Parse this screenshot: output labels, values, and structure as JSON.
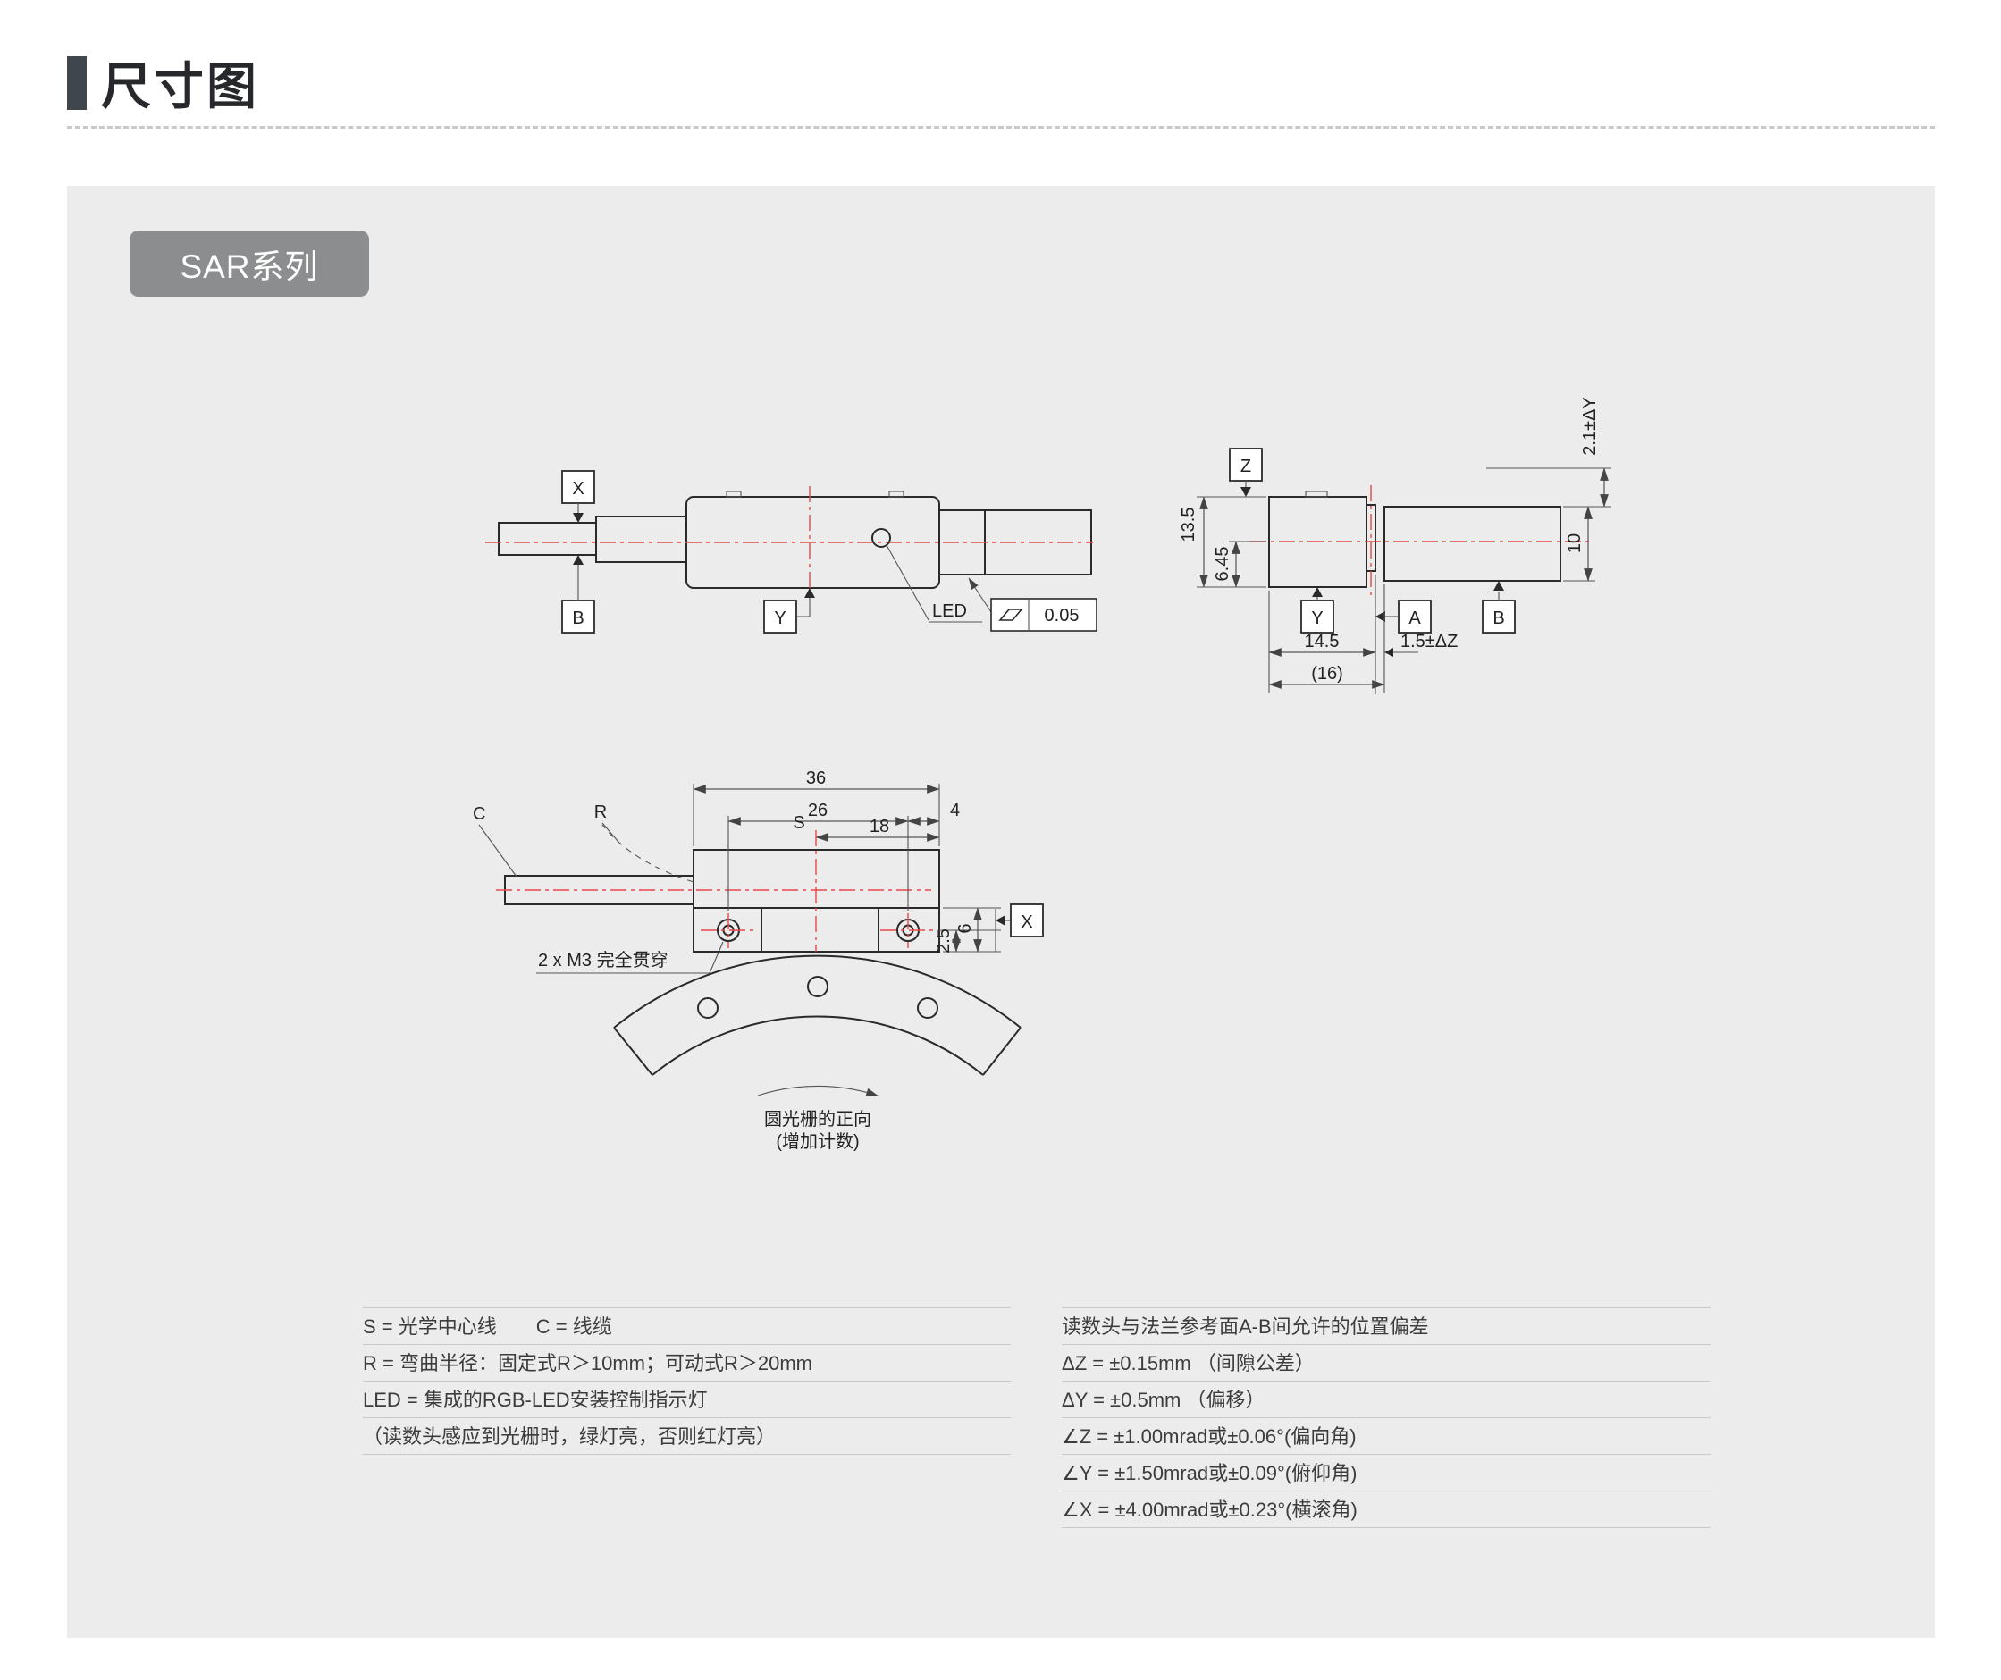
{
  "header": {
    "title": "尺寸图"
  },
  "panel": {
    "series_badge": "SAR系列"
  },
  "side_view": {
    "datum_x": "X",
    "datum_b": "B",
    "datum_y": "Y",
    "led_label": "LED",
    "flatness_value": "0.05"
  },
  "end_view": {
    "datum_z": "Z",
    "datum_y": "Y",
    "datum_a": "A",
    "datum_b": "B",
    "dim_body_height": "13.5",
    "dim_center_offset": "6.45",
    "dim_scale_height": "10",
    "dim_y_offset": "2.1±ΔY",
    "dim_flange_depth": "14.5",
    "dim_gap": "1.5±ΔZ",
    "dim_overall_depth": "(16)"
  },
  "top_view": {
    "label_c": "C",
    "label_r": "R",
    "label_s": "S",
    "datum_x": "X",
    "dim_overall_length": "36",
    "dim_hole_spacing": "26",
    "dim_s_to_edge": "18",
    "dim_hole_to_edge": "4",
    "dim_hole_offset": "2.5",
    "dim_lug_height": "6",
    "m3_note": "2 x M3 完全贯穿",
    "grating_dir_line1": "圆光栅的正向",
    "grating_dir_line2": "(增加计数)"
  },
  "legend": {
    "left": [
      "S = 光学中心线　　C = 线缆",
      "R = 弯曲半径：固定式R＞10mm；可动式R＞20mm",
      "LED = 集成的RGB-LED安装控制指示灯",
      "（读数头感应到光栅时，绿灯亮，否则红灯亮）"
    ],
    "right": [
      "读数头与法兰参考面A-B间允许的位置偏差",
      "ΔZ = ±0.15mm （间隙公差）",
      "ΔY = ±0.5mm （偏移）",
      "∠Z = ±1.00mrad或±0.06°(偏向角)",
      "∠Y = ±1.50mrad或±0.09°(俯仰角)",
      "∠X = ±4.00mrad或±0.23°(横滚角)"
    ]
  },
  "colors": {
    "accent_bar": "#3f464c",
    "panel_bg": "#ececec",
    "badge_bg": "#8b8d8f",
    "centerline_red": "#e8474b",
    "outline": "#2a2a2a"
  }
}
